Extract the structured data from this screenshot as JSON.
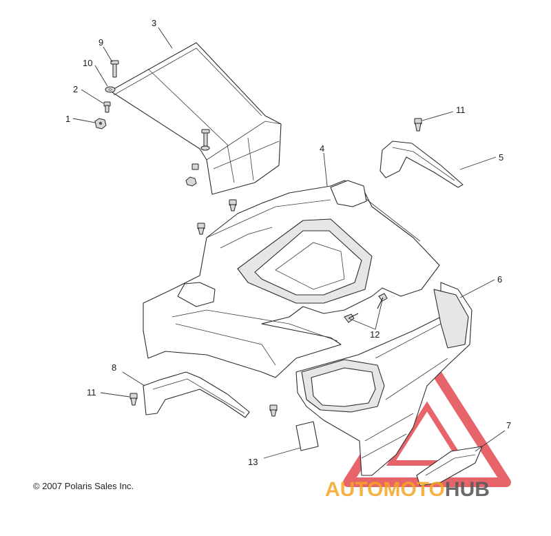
{
  "copyright": "© 2007 Polaris Sales Inc.",
  "watermark": {
    "part1": "AUTO",
    "part2": "MOTO",
    "part3": "HUB",
    "color_orange": "#f5a623",
    "color_red": "#e0313a",
    "color_gray": "#5a5a5a"
  },
  "callouts": {
    "c1": "1",
    "c2": "2",
    "c3": "3",
    "c4": "4",
    "c5": "5",
    "c6": "6",
    "c7": "7",
    "c8": "8",
    "c9": "9",
    "c10": "10",
    "c11a": "11",
    "c11b": "11",
    "c12": "12",
    "c13": "13"
  }
}
